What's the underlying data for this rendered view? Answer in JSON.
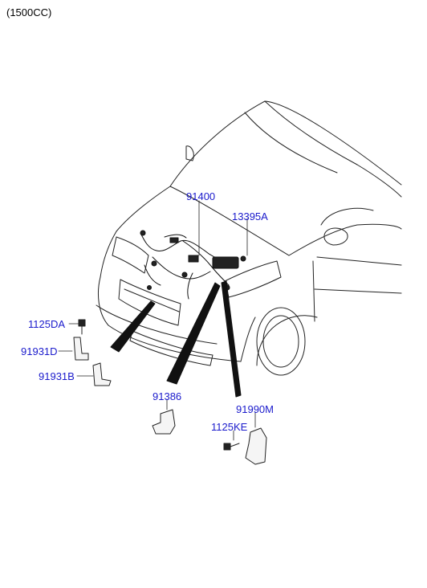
{
  "engine_note": "(1500CC)",
  "colors": {
    "label": "#1a1acc",
    "line": "#000000",
    "ink": "#222222"
  },
  "parts": [
    {
      "id": "p-91400",
      "number": "91400"
    },
    {
      "id": "p-13395a",
      "number": "13395A"
    },
    {
      "id": "p-1125da",
      "number": "1125DA"
    },
    {
      "id": "p-91931d",
      "number": "91931D"
    },
    {
      "id": "p-91931b",
      "number": "91931B"
    },
    {
      "id": "p-91386",
      "number": "91386"
    },
    {
      "id": "p-91990m",
      "number": "91990M"
    },
    {
      "id": "p-1125ke",
      "number": "1125KE"
    }
  ]
}
